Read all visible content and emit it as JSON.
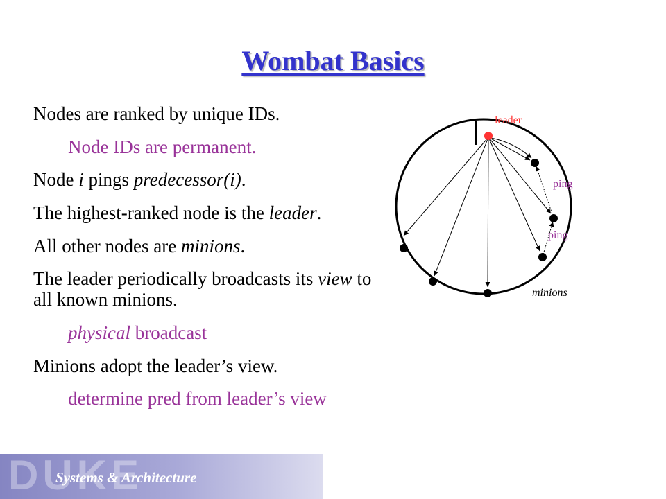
{
  "slide": {
    "title": "Wombat Basics",
    "lines": [
      {
        "parts": [
          "Nodes are ranked by unique IDs."
        ]
      },
      {
        "parts": [
          "Node IDs are permanent."
        ]
      },
      {
        "parts": [
          "Node ",
          "i",
          " pings ",
          "predecessor(i)",
          "."
        ]
      },
      {
        "parts": [
          "The highest-ranked node is the ",
          "leader",
          "."
        ]
      },
      {
        "parts": [
          "All other nodes are ",
          "minions",
          "."
        ]
      },
      {
        "parts": [
          "The leader periodically broadcasts its ",
          "view",
          " to all known minions."
        ]
      },
      {
        "parts": [
          "physical",
          " broadcast"
        ]
      },
      {
        "parts": [
          "Minions adopt the leader’s view."
        ]
      },
      {
        "parts": [
          "determine pred from leader’s view"
        ]
      }
    ]
  },
  "diagram": {
    "leader_label": "leader",
    "ping_label_1": "ping",
    "ping_label_2": "ping",
    "minions_label": "minions",
    "leader_color": "#ff3333",
    "label_color": "#993399"
  },
  "footer": {
    "logo": "DUKE",
    "tagline": "Systems & Architecture"
  }
}
